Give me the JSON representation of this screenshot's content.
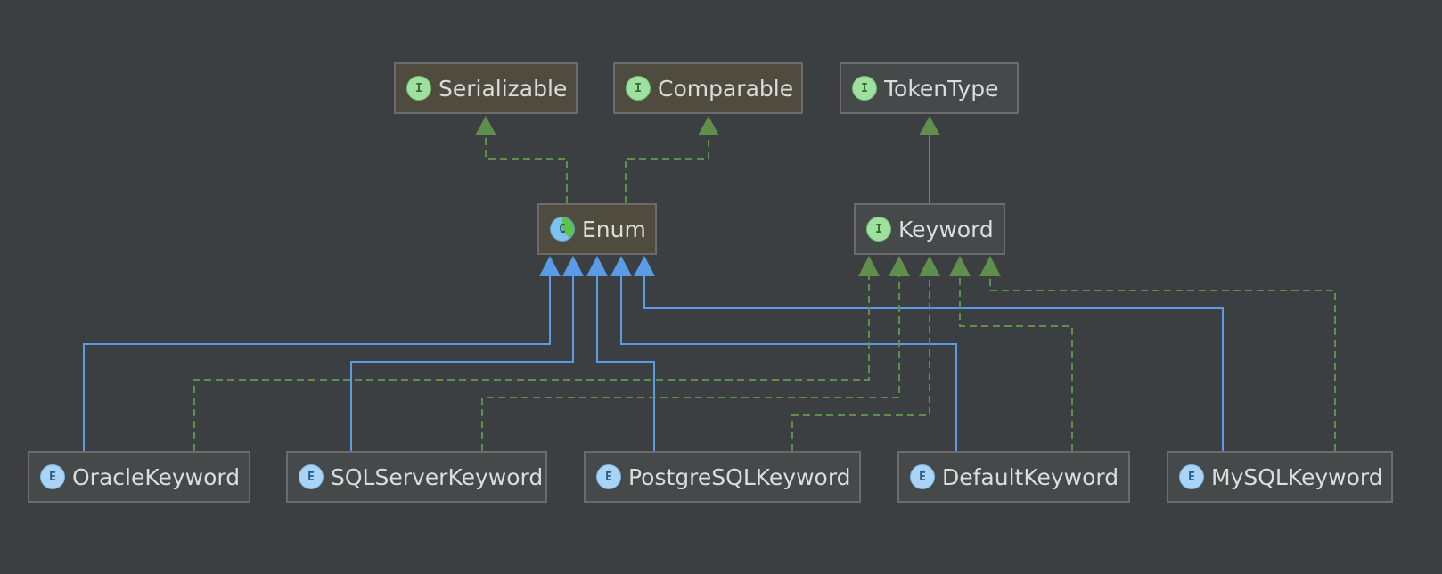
{
  "colors": {
    "background": "#3c3f41",
    "extends_edge": "#5a9be6",
    "implements_edge": "#5f8f4a"
  },
  "nodes": {
    "serializable": {
      "label": "Serializable",
      "kind": "interface",
      "badge": "I"
    },
    "comparable": {
      "label": "Comparable",
      "kind": "interface",
      "badge": "I"
    },
    "tokentype": {
      "label": "TokenType",
      "kind": "interface",
      "badge": "I"
    },
    "enum": {
      "label": "Enum",
      "kind": "abstract-class",
      "badge": "C"
    },
    "keyword": {
      "label": "Keyword",
      "kind": "interface",
      "badge": "I"
    },
    "oracle": {
      "label": "OracleKeyword",
      "kind": "enum",
      "badge": "E"
    },
    "sqlserver": {
      "label": "SQLServerKeyword",
      "kind": "enum",
      "badge": "E"
    },
    "postgresql": {
      "label": "PostgreSQLKeyword",
      "kind": "enum",
      "badge": "E"
    },
    "default": {
      "label": "DefaultKeyword",
      "kind": "enum",
      "badge": "E"
    },
    "mysql": {
      "label": "MySQLKeyword",
      "kind": "enum",
      "badge": "E"
    }
  },
  "edges": [
    {
      "from": "enum",
      "to": "serializable",
      "type": "implements"
    },
    {
      "from": "enum",
      "to": "comparable",
      "type": "implements"
    },
    {
      "from": "keyword",
      "to": "tokentype",
      "type": "extends-interface"
    },
    {
      "from": "oracle",
      "to": "enum",
      "type": "extends"
    },
    {
      "from": "sqlserver",
      "to": "enum",
      "type": "extends"
    },
    {
      "from": "postgresql",
      "to": "enum",
      "type": "extends"
    },
    {
      "from": "default",
      "to": "enum",
      "type": "extends"
    },
    {
      "from": "mysql",
      "to": "enum",
      "type": "extends"
    },
    {
      "from": "oracle",
      "to": "keyword",
      "type": "implements"
    },
    {
      "from": "sqlserver",
      "to": "keyword",
      "type": "implements"
    },
    {
      "from": "postgresql",
      "to": "keyword",
      "type": "implements"
    },
    {
      "from": "default",
      "to": "keyword",
      "type": "implements"
    },
    {
      "from": "mysql",
      "to": "keyword",
      "type": "implements"
    }
  ]
}
